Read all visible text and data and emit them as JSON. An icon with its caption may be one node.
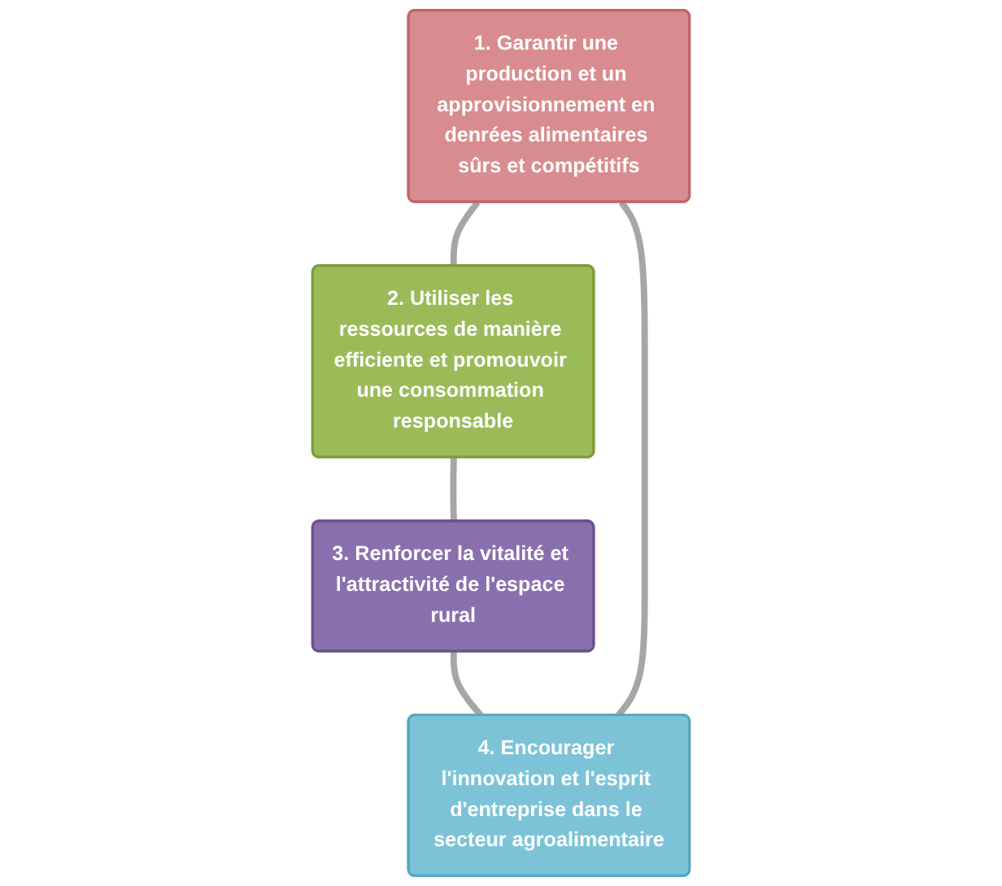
{
  "diagram": {
    "nodes": [
      {
        "text": [
          "1. Garantir une production et un approvisionnement en denrées alimentaires sûrs et compétitifs"
        ]
      },
      {
        "text": [
          "2. Utiliser les ressources de manière efficiente et promouvoir une consommation responsable"
        ]
      },
      {
        "text": [
          "3. Renforcer la vitalité et l'attractivité de l'espace rural"
        ]
      },
      {
        "text": [
          "4. Encourager l'innovation et l'esprit d'entreprise dans le secteur agroalimentaire"
        ]
      }
    ],
    "edges": [
      {
        "from": 0,
        "to": 1,
        "arrow": "none"
      },
      {
        "from": 1,
        "to": 2,
        "arrow": "none"
      },
      {
        "from": 2,
        "to": 3,
        "arrow": "none"
      },
      {
        "from": 3,
        "to": 0,
        "arrow": "none"
      }
    ]
  }
}
